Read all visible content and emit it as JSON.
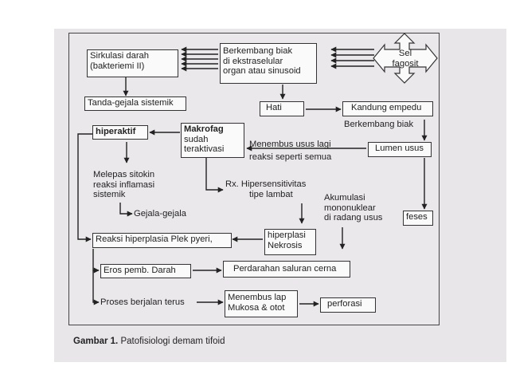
{
  "nodes": {
    "sirkulasi": [
      "Sirkulasi darah",
      "(bakteriemi II)"
    ],
    "berkembang": [
      "Berkembang biak",
      "di ekstraselular",
      "organ atau sinusoid"
    ],
    "sel_fagosit": [
      "Sel",
      "fagosit"
    ],
    "tanda_gejala": "Tanda-gejala sistemik",
    "hati": "Hati",
    "kandung_empedu": "Kandung empedu",
    "berkembang_biak2": "Berkembang biak",
    "hiperaktif": "hiperaktif",
    "makrofag": [
      "Makrofag",
      "sudah",
      "teraktivasi"
    ],
    "menembus_usus": [
      "Menembus usus lagi",
      "reaksi seperti semua"
    ],
    "lumen_usus": "Lumen usus",
    "melepas_sitokin": [
      "Melepas sitokin",
      "reaksi inflamasi",
      "sistemik"
    ],
    "gejala_gejala": "Gejala-gejala",
    "rx_hipersensitivitas": [
      "Rx. Hipersensitivitas",
      "tipe lambat"
    ],
    "akumulasi": [
      "Akumulasi",
      "mononuklear",
      "di radang usus"
    ],
    "feses": "feses",
    "reaksi_hiperplasia": "Reaksi hiperplasia Plek pyeri,",
    "hiperplasi_nekrosis": [
      "hiperplasi",
      "Nekrosis"
    ],
    "eros": "Eros pemb. Darah",
    "perdarahan": "Perdarahan saluran cerna",
    "proses": "Proses berjalan terus",
    "menembus_lap": [
      "Menembus lap",
      "Mukosa & otot"
    ],
    "perforasi": "perforasi"
  },
  "caption": {
    "label": "Gambar 1.",
    "text": "Patofisiologi demam tifoid"
  }
}
